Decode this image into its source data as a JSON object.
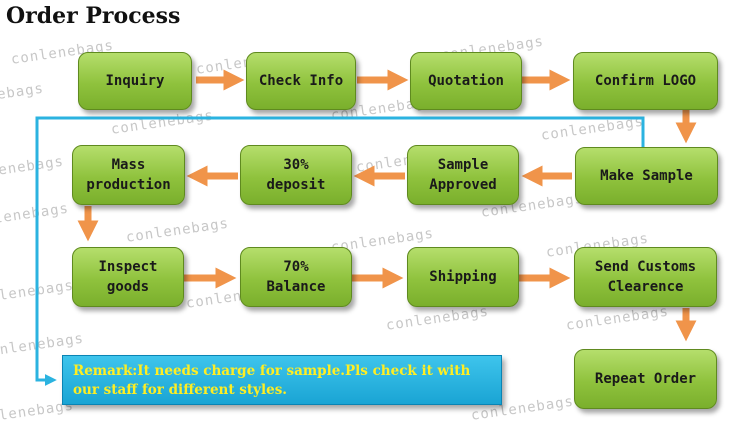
{
  "title": "Order Process",
  "watermark": "conlenebags",
  "colors": {
    "node_fill": "#8fc23d",
    "node_border": "#5f8a1f",
    "arrow": "#f0944a",
    "connector_line": "#2bb3e0",
    "remark_fill": "#22ace0",
    "remark_text": "#ffee22"
  },
  "nodes": {
    "inquiry": "Inquiry",
    "check_info": "Check Info",
    "quotation": "Quotation",
    "confirm_logo": "Confirm LOGO",
    "make_sample": "Make Sample",
    "sample_approved": "Sample\nApproved",
    "deposit": "30%\ndeposit",
    "mass_production": "Mass\nproduction",
    "inspect_goods": "Inspect\ngoods",
    "balance": "70%\nBalance",
    "shipping": "Shipping",
    "send_customs": "Send Customs\nClearence",
    "repeat_order": "Repeat Order"
  },
  "remark": "Remark:It needs charge for sample.Pls check it with our staff for different styles."
}
